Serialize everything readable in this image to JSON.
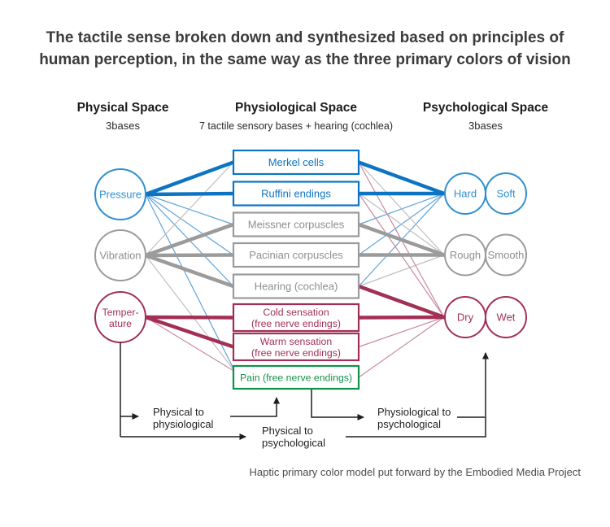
{
  "title": {
    "line1": "The tactile sense broken down and synthesized based on principles of",
    "line2": "human perception, in the same way as the three primary colors of vision"
  },
  "columns": {
    "physical": {
      "title": "Physical Space",
      "subtitle": "3bases"
    },
    "physiological": {
      "title": "Physiological Space",
      "subtitle": "7 tactile sensory bases + hearing (cochlea)"
    },
    "psychological": {
      "title": "Psychological Space",
      "subtitle": "3bases"
    }
  },
  "physical_nodes": [
    {
      "id": "pressure",
      "label": "Pressure",
      "color": "blue"
    },
    {
      "id": "vibration",
      "label": "Vibration",
      "color": "gray"
    },
    {
      "id": "temperature",
      "label": "Temper-",
      "label2": "ature",
      "color": "crimson"
    }
  ],
  "physiological_nodes": [
    {
      "id": "merkel",
      "label": "Merkel cells",
      "color": "blue"
    },
    {
      "id": "ruffini",
      "label": "Ruffini endings",
      "color": "blue"
    },
    {
      "id": "meissner",
      "label": "Meissner corpuscles",
      "color": "gray"
    },
    {
      "id": "pacinian",
      "label": "Pacinian corpuscles",
      "color": "gray"
    },
    {
      "id": "hearing",
      "label": "Hearing (cochlea)",
      "color": "gray"
    },
    {
      "id": "cold",
      "label": "Cold sensation",
      "label2": "(free nerve endings)",
      "color": "crimson"
    },
    {
      "id": "warm",
      "label": "Warm sensation",
      "label2": "(free nerve endings)",
      "color": "crimson"
    },
    {
      "id": "pain",
      "label": "Pain (free nerve endings)",
      "color": "green"
    }
  ],
  "psychological_nodes": [
    {
      "id": "hard",
      "label": "Hard",
      "color": "blue"
    },
    {
      "id": "soft",
      "label": "Soft",
      "color": "blue"
    },
    {
      "id": "rough",
      "label": "Rough",
      "color": "gray"
    },
    {
      "id": "smooth",
      "label": "Smooth",
      "color": "gray"
    },
    {
      "id": "dry",
      "label": "Dry",
      "color": "crimson"
    },
    {
      "id": "wet",
      "label": "Wet",
      "color": "crimson"
    }
  ],
  "connections": {
    "physical_to_physiological": [
      {
        "from": "pressure",
        "to": "merkel",
        "weight": "thick",
        "color": "blue"
      },
      {
        "from": "pressure",
        "to": "ruffini",
        "weight": "thick",
        "color": "blue"
      },
      {
        "from": "pressure",
        "to": "meissner",
        "weight": "thin",
        "color": "blue"
      },
      {
        "from": "pressure",
        "to": "pacinian",
        "weight": "thin",
        "color": "blue"
      },
      {
        "from": "pressure",
        "to": "hearing",
        "weight": "thin",
        "color": "blue"
      },
      {
        "from": "pressure",
        "to": "pain",
        "weight": "thin",
        "color": "blue"
      },
      {
        "from": "vibration",
        "to": "merkel",
        "weight": "thin",
        "color": "gray"
      },
      {
        "from": "vibration",
        "to": "meissner",
        "weight": "thick",
        "color": "gray"
      },
      {
        "from": "vibration",
        "to": "pacinian",
        "weight": "thick",
        "color": "gray"
      },
      {
        "from": "vibration",
        "to": "hearing",
        "weight": "thick",
        "color": "gray"
      },
      {
        "from": "vibration",
        "to": "pain",
        "weight": "thin",
        "color": "gray"
      },
      {
        "from": "temperature",
        "to": "cold",
        "weight": "thick",
        "color": "crimson"
      },
      {
        "from": "temperature",
        "to": "warm",
        "weight": "thick",
        "color": "crimson"
      },
      {
        "from": "temperature",
        "to": "pain",
        "weight": "thin",
        "color": "crimson"
      }
    ],
    "physiological_to_psychological": [
      {
        "from": "merkel",
        "to": "hard",
        "weight": "thick",
        "color": "blue"
      },
      {
        "from": "ruffini",
        "to": "hard",
        "weight": "thick",
        "color": "blue"
      },
      {
        "from": "meissner",
        "to": "hard",
        "weight": "thin",
        "color": "blue"
      },
      {
        "from": "pacinian",
        "to": "hard",
        "weight": "thin",
        "color": "blue"
      },
      {
        "from": "hearing",
        "to": "hard",
        "weight": "thin",
        "color": "blue"
      },
      {
        "from": "merkel",
        "to": "rough",
        "weight": "thin",
        "color": "gray"
      },
      {
        "from": "ruffini",
        "to": "rough",
        "weight": "thin",
        "color": "gray"
      },
      {
        "from": "meissner",
        "to": "rough",
        "weight": "thick",
        "color": "gray"
      },
      {
        "from": "pacinian",
        "to": "rough",
        "weight": "thick",
        "color": "gray"
      },
      {
        "from": "hearing",
        "to": "rough",
        "weight": "thin",
        "color": "gray"
      },
      {
        "from": "merkel",
        "to": "dry",
        "weight": "thin",
        "color": "crimson"
      },
      {
        "from": "ruffini",
        "to": "dry",
        "weight": "thin",
        "color": "crimson"
      },
      {
        "from": "hearing",
        "to": "dry",
        "weight": "thick",
        "color": "crimson"
      },
      {
        "from": "cold",
        "to": "dry",
        "weight": "thick",
        "color": "crimson"
      },
      {
        "from": "warm",
        "to": "dry",
        "weight": "thin",
        "color": "crimson"
      },
      {
        "from": "pain",
        "to": "dry",
        "weight": "thin",
        "color": "crimson"
      }
    ]
  },
  "flow": {
    "physical_physiological": {
      "line1": "Physical to",
      "line2": "physiological"
    },
    "physical_psychological": {
      "line1": "Physical to",
      "line2": "psychological"
    },
    "physiological_psychological": {
      "line1": "Physiological to",
      "line2": "psychological"
    }
  },
  "caption": "Haptic primary color model put forward by the Embodied Media Project",
  "colors": {
    "blue": "#0d74c4",
    "blue_light": "#5fa4d9",
    "circle_blue": "#2e8fd0",
    "gray": "#9b9b9b",
    "gray_light": "#bfbfbf",
    "gray_text": "#8e8e8e",
    "crimson": "#a23055",
    "crimson_light": "#c98aa0",
    "green": "#12914b",
    "ink": "#1f1f1f"
  }
}
